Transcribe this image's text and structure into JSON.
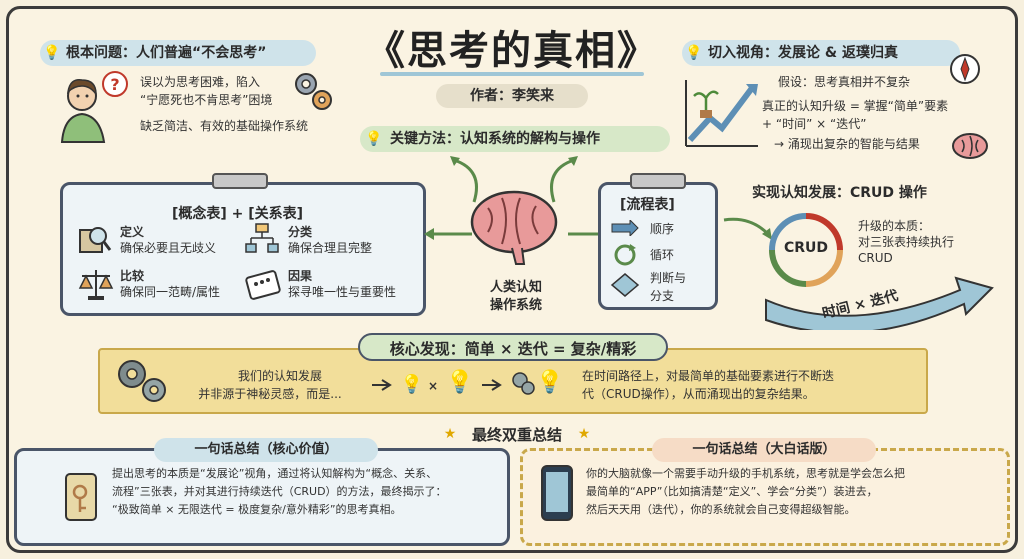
{
  "title": "《思考的真相》",
  "author": "作者：李笑来",
  "root_problem": {
    "heading": "根本问题：人们普遍“不会思考”",
    "line1": "误以为思考困难，陷入",
    "line2": "“宁愿死也不肯思考”困境",
    "line3": "缺乏简洁、有效的基础操作系统"
  },
  "perspective": {
    "heading": "切入视角：发展论 & 返璞归真",
    "line1": "假设：思考真相并不复杂",
    "line2": "真正的认知升级 = 掌握“简单”要素",
    "line3": "+ “时间” × “迭代”",
    "line4": "→ 涌现出复杂的智能与结果"
  },
  "key_method": "关键方法：认知系统的解构与操作",
  "concept_table": {
    "heading": "[概念表] + [关系表]",
    "items": [
      {
        "name": "定义",
        "desc": "确保必要且无歧义"
      },
      {
        "name": "分类",
        "desc": "确保合理且完整"
      },
      {
        "name": "比较",
        "desc": "确保同一范畴/属性"
      },
      {
        "name": "因果",
        "desc": "探寻唯一性与重要性"
      }
    ]
  },
  "brain_label": {
    "line1": "人类认知",
    "line2": "操作系统"
  },
  "process_table": {
    "heading": "[流程表]",
    "items": [
      "顺序",
      "循环",
      "判断与",
      "分支"
    ]
  },
  "crud": {
    "heading": "实现认知发展：CRUD 操作",
    "center": "CRUD",
    "essence1": "升级的本质：",
    "essence2": "对三张表持续执行",
    "essence3": "CRUD",
    "arrow_label": "时间 × 迭代"
  },
  "core_finding": {
    "heading": "核心发现：简单 × 迭代 = 复杂/精彩",
    "left1": "我们的认知发展",
    "left2": "并非源于神秘灵感，而是...",
    "right1": "在时间路径上，对最简单的基础要素进行不断迭",
    "right2": "代（CRUD操作），从而涌现出的复杂结果。",
    "times": "×"
  },
  "final": {
    "heading": "最终双重总结",
    "left_heading": "一句话总结（核心价值）",
    "left1": "提出思考的本质是“发展论”视角，通过将认知解构为“概念、关系、",
    "left2": "流程”三张表，并对其进行持续迭代（CRUD）的方法，最终揭示了：",
    "left3": "“极致简单 × 无限迭代 = 极度复杂/意外精彩”的思考真相。",
    "right_heading": "一句话总结（大白话版）",
    "right1": "你的大脑就像一个需要手动升级的手机系统，思考就是学会怎么把",
    "right2": "最简单的“APP”（比如搞清楚“定义”、学会“分类”）装进去，",
    "right3": "然后天天用（迭代），你的系统就会自己变得超级智能。"
  },
  "colors": {
    "bg": "#faf3e2",
    "blue": "#cfe3ea",
    "green": "#d7e8c8",
    "yellow": "#f2de9a",
    "peach": "#f6dcc6"
  }
}
